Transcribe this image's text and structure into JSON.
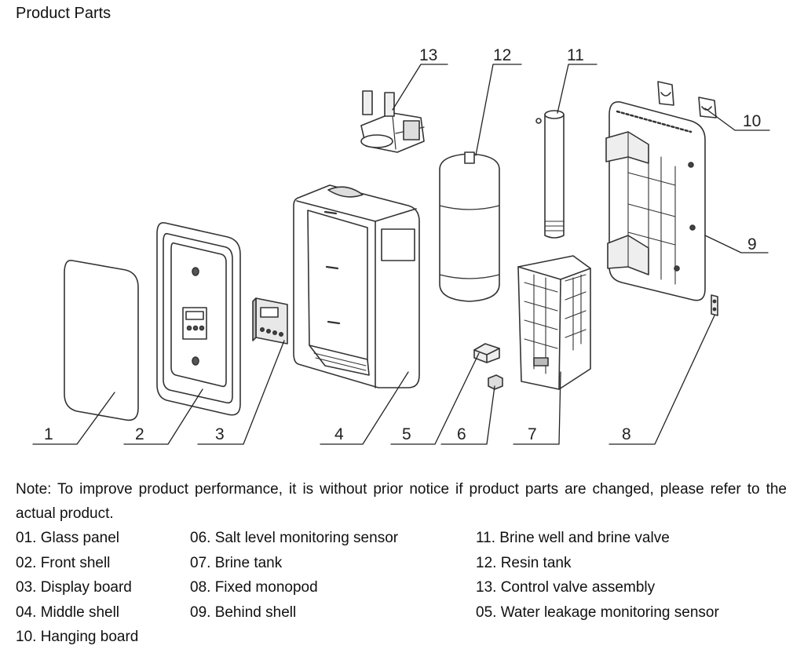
{
  "title": "Product Parts",
  "callouts": [
    "1",
    "2",
    "3",
    "4",
    "5",
    "6",
    "7",
    "8",
    "9",
    "10",
    "11",
    "12",
    "13"
  ],
  "note": "Note: To improve product performance, it is without prior notice if product parts are changed, please refer to the actual product.",
  "parts_list": {
    "col1": [
      "01. Glass panel",
      "02. Front shell",
      "03. Display board",
      "04. Middle shell",
      "10. Hanging board"
    ],
    "col2": [
      "06. Salt level monitoring sensor",
      "07. Brine tank",
      "08. Fixed monopod",
      "09. Behind shell"
    ],
    "col3": [
      "11. Brine well and brine valve",
      "12. Resin tank",
      "13. Control valve assembly",
      "05. Water leakage monitoring sensor"
    ]
  }
}
